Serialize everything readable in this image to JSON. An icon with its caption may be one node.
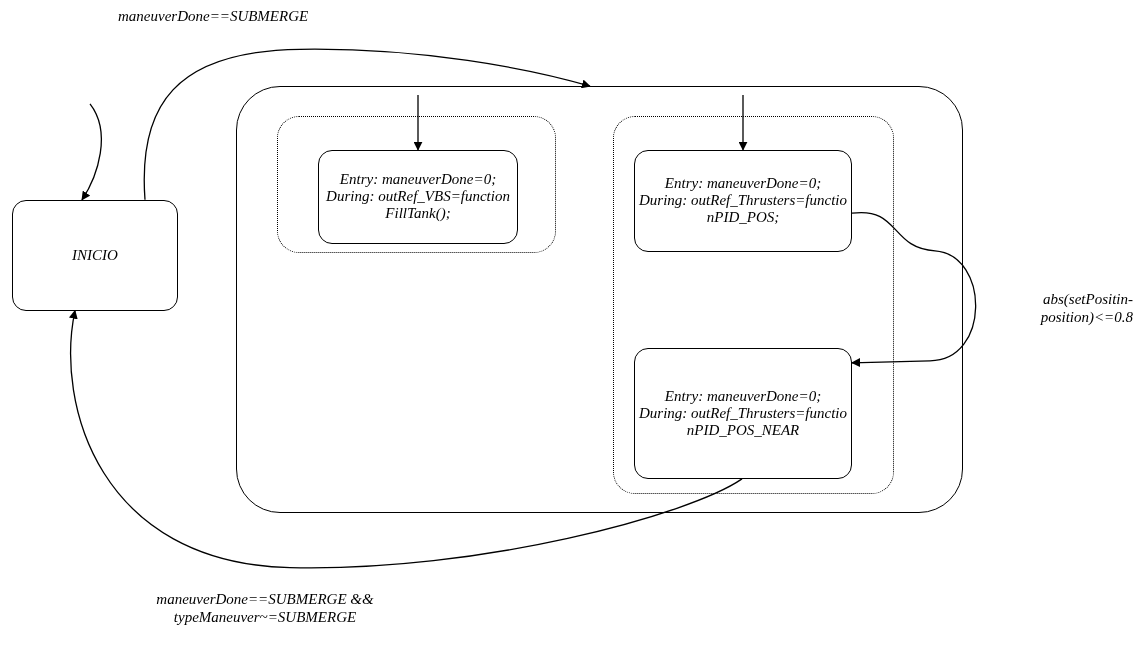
{
  "diagram": {
    "nodes": [
      {
        "text": [
          "INICIO"
        ]
      },
      {
        "text": [],
        "shape": "box"
      },
      {
        "text": [],
        "shape": "box",
        "in": 1
      },
      {
        "text": [
          "Entry: maneuverDone=0;",
          "During: outRef_VBS=functionFillTank();"
        ],
        "in": 2
      },
      {
        "text": [],
        "shape": "box",
        "in": 1
      },
      {
        "text": [
          "Entry: maneuverDone=0;",
          "During: outRef_Thrusters=functionPID_POS;"
        ],
        "in": 4
      },
      {
        "text": [
          "Entry: maneuverDone=0;",
          "During: outRef_Thrusters=functionPID_POS_NEAR"
        ],
        "in": 4
      }
    ],
    "edges": [
      {
        "from": null,
        "to": 0,
        "arrow": "to"
      },
      {
        "from": 0,
        "to": 1,
        "arrow": "to",
        "label": "maneuverDone==SUBMERGE"
      },
      {
        "from": null,
        "to": 3,
        "arrow": "to"
      },
      {
        "from": null,
        "to": 5,
        "arrow": "to"
      },
      {
        "from": 5,
        "to": 6,
        "arrow": "to",
        "label": "abs(setPositin-position)<=0.8"
      },
      {
        "from": 6,
        "to": 0,
        "arrow": "to",
        "label": "maneuverDone==SUBMERGE && typeManeuver~=SUBMERGE"
      }
    ]
  }
}
